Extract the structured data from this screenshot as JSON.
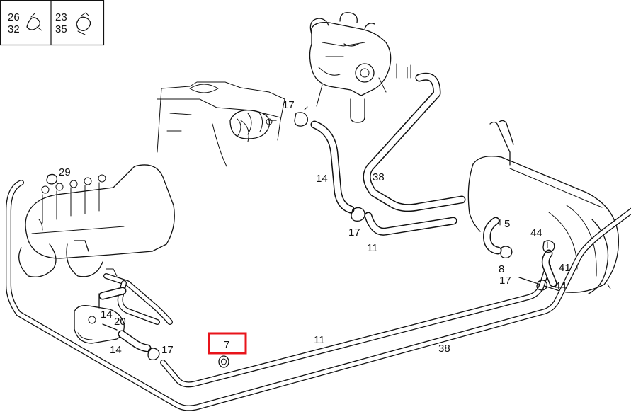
{
  "legend": [
    {
      "top": "26",
      "bottom": "32",
      "icon": "hose-clamp-icon"
    },
    {
      "top": "23",
      "bottom": "35",
      "icon": "clip-icon"
    }
  ],
  "callouts": {
    "c17_top": "17",
    "c14_upper": "14",
    "c38_upper": "38",
    "c29": "29",
    "c17_mid": "17",
    "c11_mid": "11",
    "c5": "5",
    "c44_a": "44",
    "c8": "8",
    "c41": "41",
    "c17_right": "17",
    "c44_b": "44",
    "c14_pump": "14",
    "c20": "20",
    "c14_lower": "14",
    "c17_lower": "17",
    "c7": "7",
    "c11_long": "11",
    "c38_long": "38"
  },
  "highlight": {
    "callout": "7",
    "color": "#e8141b"
  }
}
